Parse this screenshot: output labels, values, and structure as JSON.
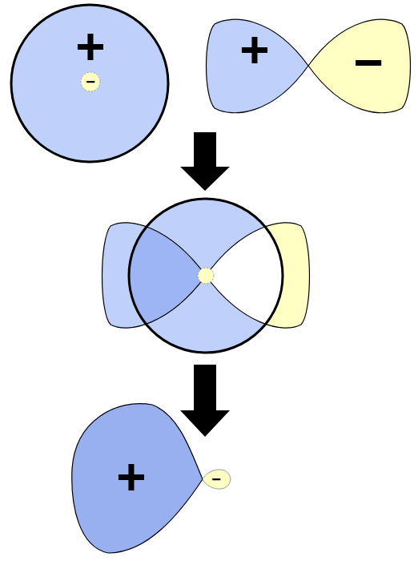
{
  "diagram": {
    "nodes": [
      {
        "text": [
          "+"
        ]
      },
      {
        "text": [
          "−"
        ],
        "in": 0
      },
      {
        "text": [
          "+"
        ]
      },
      {
        "text": [
          "−"
        ]
      },
      {
        "text": [
          "+"
        ]
      },
      {
        "text": [
          "−"
        ]
      }
    ]
  }
}
